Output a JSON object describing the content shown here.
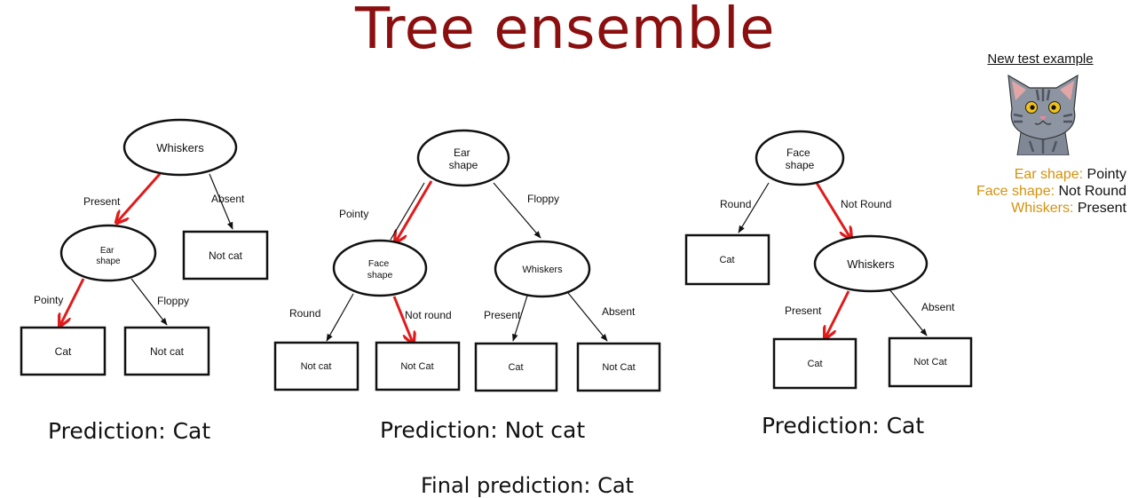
{
  "title": "Tree ensemble",
  "watermark": "",
  "test_example": {
    "title": "New test example",
    "features": [
      {
        "key": "Ear shape:",
        "value": "Pointy"
      },
      {
        "key": "Face shape:",
        "value": "Not Round"
      },
      {
        "key": "Whiskers:",
        "value": "Present"
      }
    ]
  },
  "trees": [
    {
      "root": "Whiskers",
      "root_left_edge": "Present",
      "root_right_edge": "Absent",
      "right_leaf": "Not cat",
      "child": "Ear shape",
      "child_left_edge": "Pointy",
      "child_right_edge": "Floppy",
      "child_left_leaf": "Cat",
      "child_right_leaf": "Not cat",
      "prediction": "Prediction: Cat"
    },
    {
      "root": "Ear shape",
      "root_left_edge": "Pointy",
      "root_right_edge": "Floppy",
      "left_child": "Face shape",
      "left_child_left_edge": "Round",
      "left_child_right_edge": "Not round",
      "left_leaf_1": "Not cat",
      "left_leaf_2": "Not Cat",
      "right_child": "Whiskers",
      "right_child_left_edge": "Present",
      "right_child_right_edge": "Absent",
      "right_leaf_1": "Cat",
      "right_leaf_2": "Not Cat",
      "prediction": "Prediction: Not cat"
    },
    {
      "root": "Face shape",
      "root_left_edge": "Round",
      "root_right_edge": "Not Round",
      "left_leaf": "Cat",
      "child": "Whiskers",
      "child_left_edge": "Present",
      "child_right_edge": "Absent",
      "child_left_leaf": "Cat",
      "child_right_leaf": "Not Cat",
      "prediction": "Prediction: Cat"
    }
  ],
  "final_prediction": "Final prediction: Cat",
  "colors": {
    "title": "#8b0f0f",
    "path": "#e01b1b",
    "feature_key": "#d4920e"
  }
}
